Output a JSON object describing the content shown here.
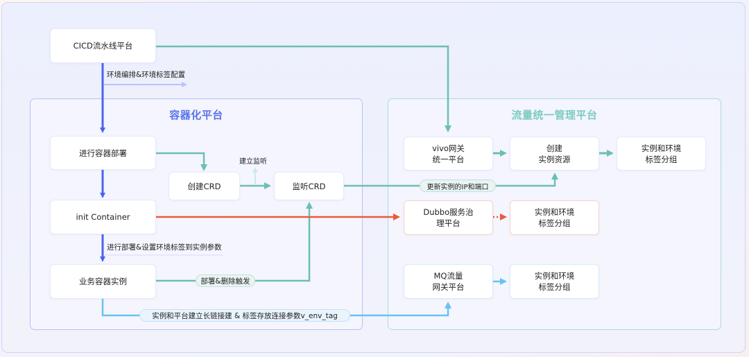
{
  "colors": {
    "blue_flow": "#4a63ef",
    "teal_flow": "#6bbfb0",
    "orange_flow": "#ea5a3a",
    "cyan_flow": "#66c3f3",
    "container_title": "#5873ea",
    "traffic_title": "#7ccbbe"
  },
  "cicd": {
    "label": "CICD流水线平台"
  },
  "labels": {
    "env_config": "环境编排&环境标签配置",
    "set_env_tag": "进行部署&设置环境标签到实例参数",
    "build_listen": "建立监听"
  },
  "container_platform": {
    "title": "容器化平台",
    "nodes": {
      "deploy": "进行容器部署",
      "init": "init Container",
      "instance": "业务容器实例",
      "create_crd": "创建CRD",
      "watch_crd": "监听CRD"
    },
    "pills": {
      "deploy_delete": "部署&删除触发",
      "long_conn": "实例和平台建立长链接建 & 标签存放连接参数v_env_tag"
    }
  },
  "traffic_platform": {
    "title": "流量统一管理平台",
    "nodes": {
      "vivo_gateway": "vivo网关\n统一平台",
      "create_resource": "创建\n实例资源",
      "group_1": "实例和环境\n标签分组",
      "dubbo": "Dubbo服务治\n理平台",
      "group_2": "实例和环境\n标签分组",
      "mq": "MQ流量\n网关平台",
      "group_3": "实例和环境\n标签分组"
    },
    "pills": {
      "update_ip": "更新实例的IP和端口"
    }
  }
}
